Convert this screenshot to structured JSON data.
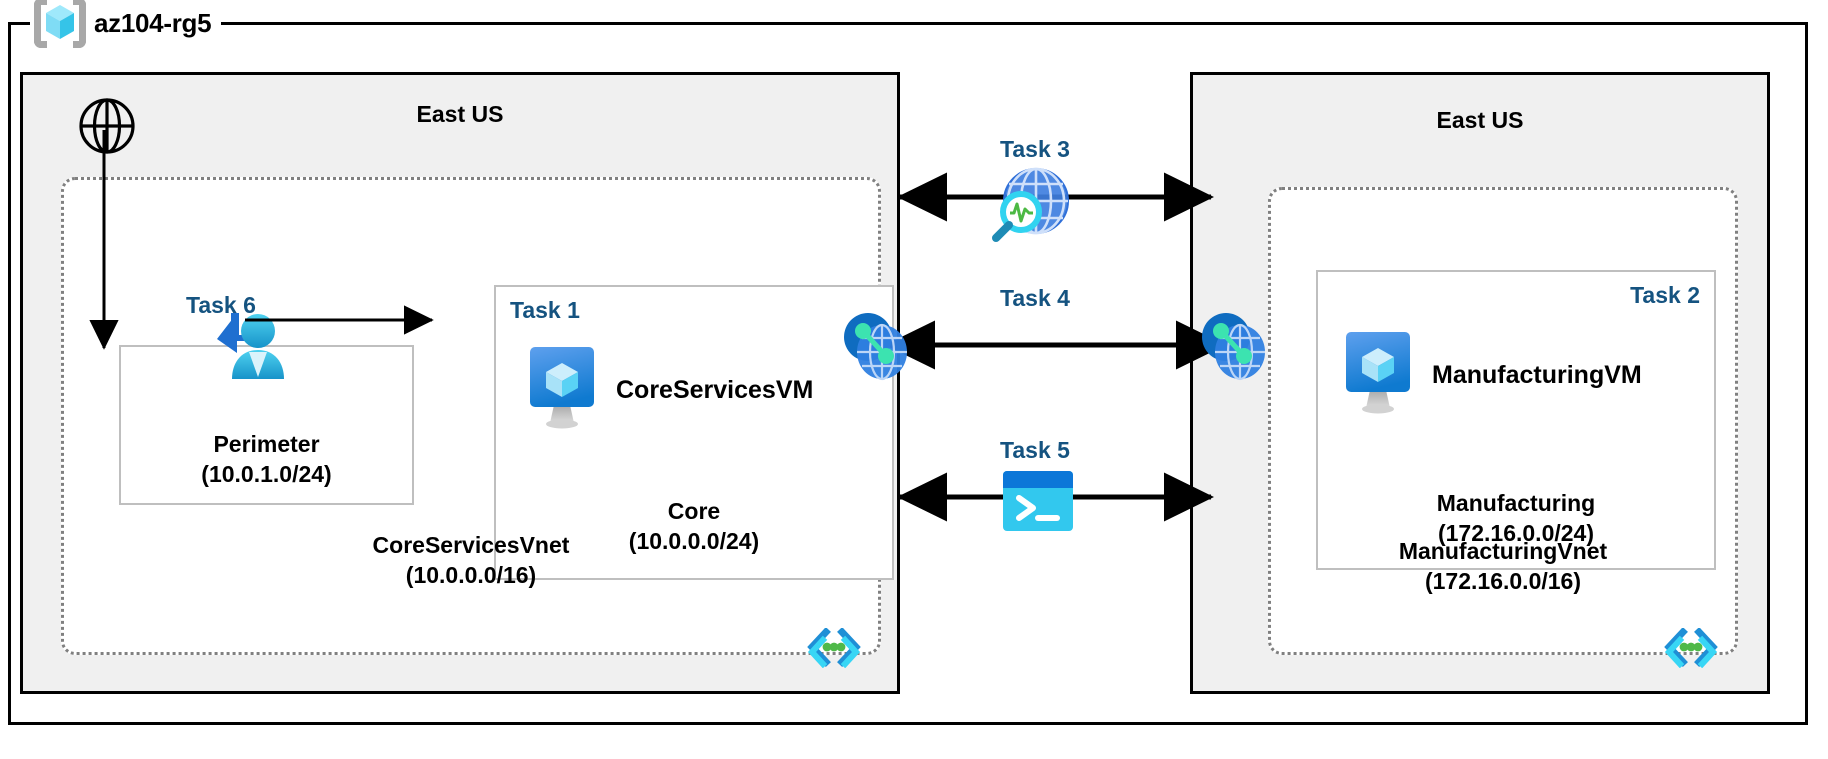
{
  "resource_group": {
    "name": "az104-rg5",
    "icon": "resource-group-cube-icon"
  },
  "regions": [
    {
      "id": "left",
      "title": "East US"
    },
    {
      "id": "right",
      "title": "East US"
    }
  ],
  "internet": {
    "icon": "globe-icon"
  },
  "vnets": [
    {
      "id": "coreservices",
      "name": "CoreServicesVnet",
      "cidr": "(10.0.0.0/16)",
      "corner_icon": "vnet-subnet-icon",
      "subnets": [
        {
          "id": "perimeter",
          "task": "Task 6",
          "name": "Perimeter",
          "cidr": "(10.0.1.0/24)",
          "icon": "user-inbound-icon"
        },
        {
          "id": "core",
          "task": "Task 1",
          "name": "Core",
          "cidr": "(10.0.0.0/24)",
          "vm": "CoreServicesVM",
          "icon": "virtual-machine-icon"
        }
      ]
    },
    {
      "id": "manufacturing",
      "name": "ManufacturingVnet",
      "cidr": "(172.16.0.0/16)",
      "corner_icon": "vnet-subnet-icon",
      "subnets": [
        {
          "id": "manufacturing",
          "task": "Task 2",
          "name": "Manufacturing",
          "cidr": "(172.16.0.0/24)",
          "vm": "ManufacturingVM",
          "icon": "virtual-machine-icon"
        }
      ]
    }
  ],
  "middle_tasks": [
    {
      "id": "task3",
      "label": "Task 3",
      "icon": "network-watcher-icon"
    },
    {
      "id": "task4",
      "label": "Task 4",
      "icon": "vnet-peering-icon"
    },
    {
      "id": "task5",
      "label": "Task 5",
      "icon": "cloud-shell-icon"
    }
  ],
  "peering_icons": [
    {
      "id": "peering-left",
      "icon": "vnet-peering-icon"
    },
    {
      "id": "peering-right",
      "icon": "vnet-peering-icon"
    }
  ],
  "colors": {
    "task_label": "#155380",
    "region_fill": "#f0f0f0",
    "region_border": "#000000",
    "vnet_border": "#808080",
    "subnet_border": "#bfbfbf",
    "azure_blue": "#1b8ddb",
    "cyan": "#32c8e6",
    "green": "#54b948",
    "arrow": "#000000"
  }
}
